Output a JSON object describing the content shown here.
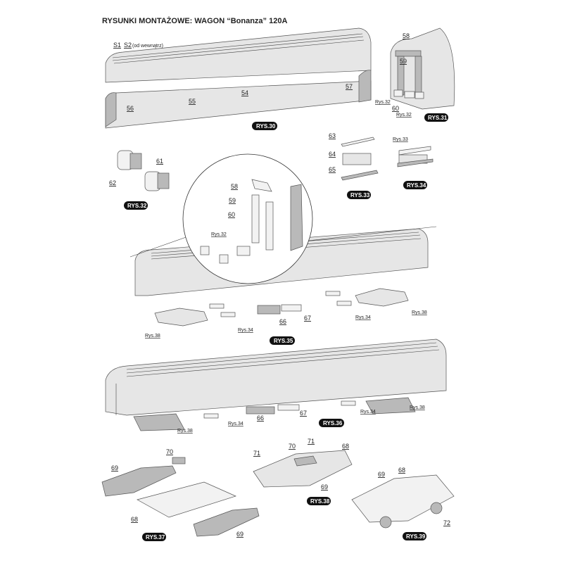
{
  "title": "RYSUNKI MONTAŻOWE: WAGON “Bonanza” 120A",
  "rys30": {
    "s1": "S1",
    "s2": "S2",
    "s2_note": "(od wewnątrz)",
    "l54": "54",
    "l55": "55",
    "l56": "56",
    "l57": "57",
    "badge": "RYS.30"
  },
  "rys31": {
    "l58": "58",
    "l59": "59",
    "l60": "60",
    "ref_a": "Rys.32",
    "ref_b": "Rys.32",
    "badge": "RYS.31"
  },
  "rys32": {
    "l61": "61",
    "l62": "62",
    "badge": "RYS.32"
  },
  "rys33": {
    "l63": "63",
    "l64": "64",
    "l65": "65",
    "badge": "RYS.33"
  },
  "rys34": {
    "ref": "Rys.33",
    "badge": "RYS.34"
  },
  "rys35": {
    "z58": "58",
    "z59": "59",
    "z60": "60",
    "zref": "Rys.32",
    "l66": "66",
    "l67": "67",
    "ref34a": "Rys.34",
    "ref34b": "Rys.34",
    "ref38a": "Rys.38",
    "ref38b": "Rys.38",
    "badge": "RYS.35"
  },
  "rys36": {
    "ref38a": "Rys.38",
    "ref34a": "Rys.34",
    "l66": "66",
    "l67": "67",
    "ref34b": "Rys.34",
    "ref38b": "Rys.38",
    "badge": "RYS.36"
  },
  "rys37": {
    "l70": "70",
    "l69a": "69",
    "l68": "68",
    "l69b": "69",
    "badge": "RYS.37"
  },
  "rys38": {
    "l71a": "71",
    "l70": "70",
    "l71b": "71",
    "l68": "68",
    "l69": "69",
    "badge": "RYS.38"
  },
  "rys39": {
    "l69": "69",
    "l68": "68",
    "l72": "72",
    "badge": "RYS.39"
  }
}
